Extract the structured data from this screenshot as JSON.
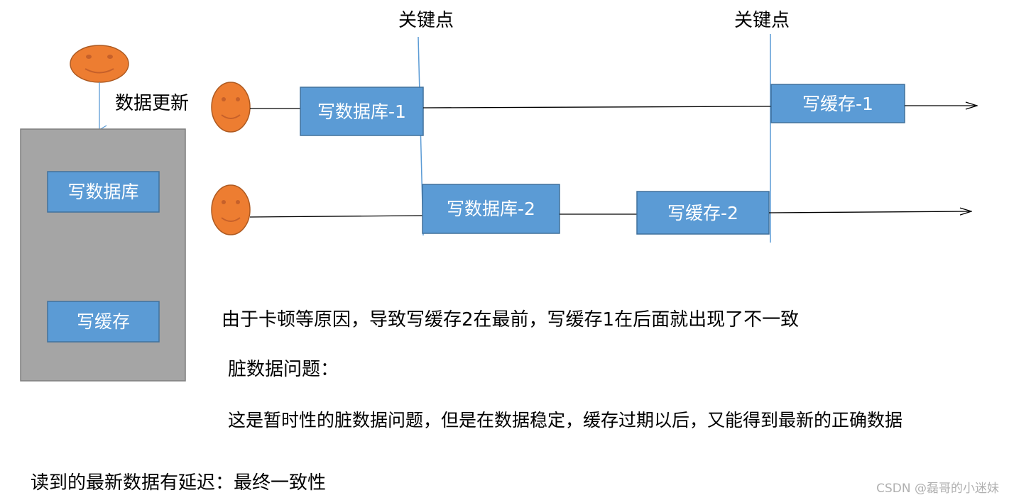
{
  "colors": {
    "box_fill": "#5b9bd5",
    "box_border": "#41719c",
    "panel_fill": "#a5a5a5",
    "panel_border": "#7f7f7f",
    "face_fill": "#ed7d31",
    "face_border": "#ae5a21",
    "line": "#000000",
    "keypoint_line": "#5b9bd5",
    "watermark": "#b0b0b0"
  },
  "left_panel": {
    "trigger_label": "数据更新",
    "step_write_db": "写数据库",
    "step_write_cache": "写缓存"
  },
  "keypoints": {
    "first_label": "关键点",
    "second_label": "关键点"
  },
  "timeline_1": {
    "write_db": "写数据库-1",
    "write_cache": "写缓存-1"
  },
  "timeline_2": {
    "write_db": "写数据库-2",
    "write_cache": "写缓存-2"
  },
  "notes": {
    "cause": "由于卡顿等原因，导致写缓存2在最前，写缓存1在后面就出现了不一致",
    "problem": "脏数据问题：",
    "explanation": "这是暂时性的脏数据问题，但是在数据稳定，缓存过期以后，又能得到最新的正确数据",
    "conclusion": "读到的最新数据有延迟：最终一致性"
  },
  "watermark": "CSDN @磊哥的小迷妹",
  "icons": [
    "smiley-face-icon",
    "arrow-right-icon",
    "arrow-down-icon"
  ]
}
